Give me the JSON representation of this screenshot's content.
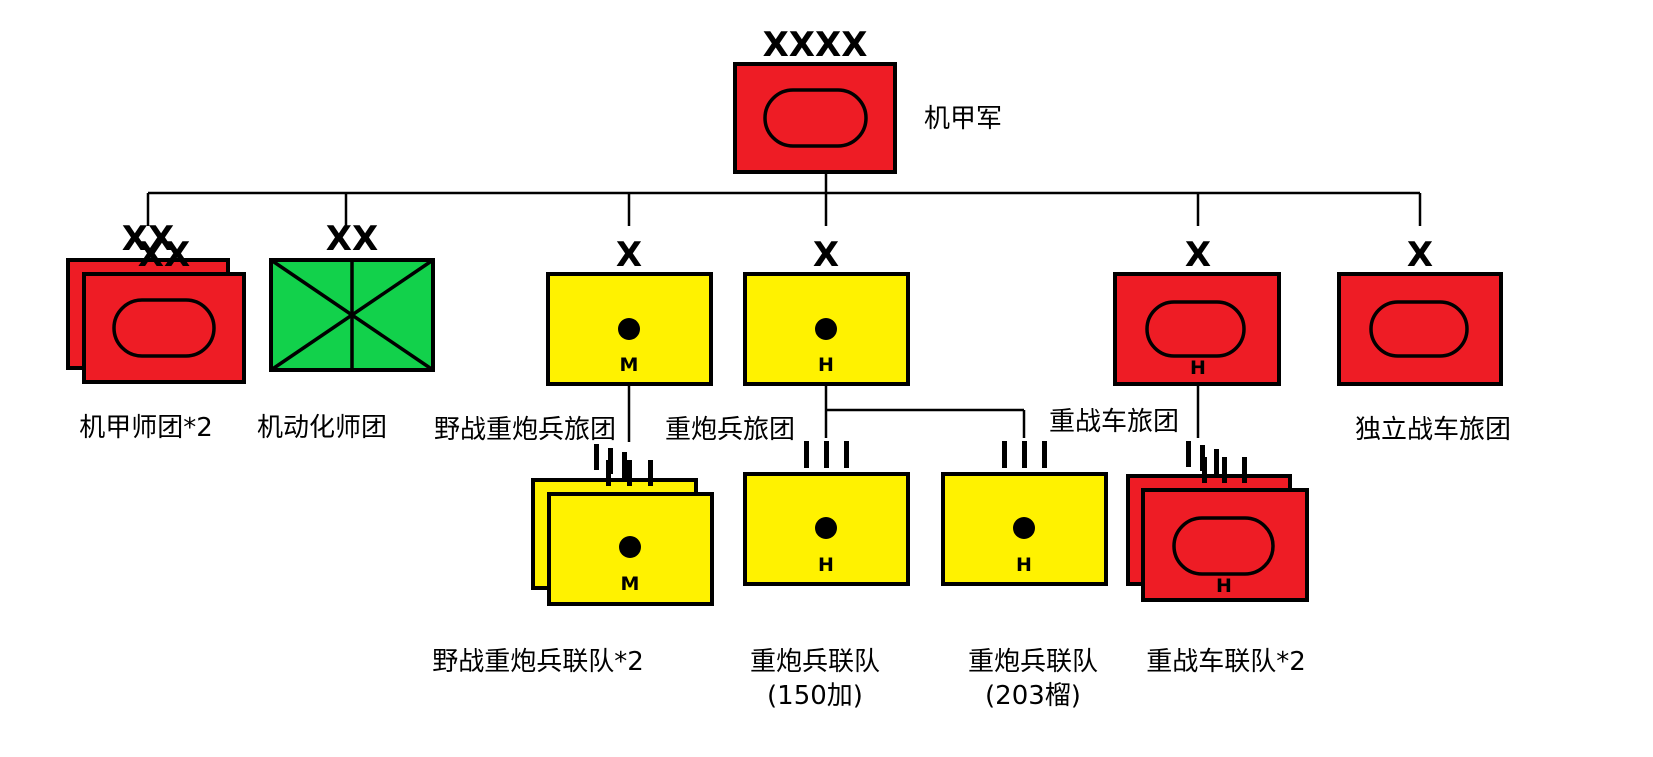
{
  "colors": {
    "armor": "#ee1c25",
    "motorized": "#12d14b",
    "artillery": "#fff200",
    "outline": "#000000",
    "line": "#000000"
  },
  "units": {
    "army": {
      "echelon": "XXXX",
      "label": "机甲军"
    },
    "armored_div": {
      "echelon": "XX",
      "label": "机甲师团*2"
    },
    "motorized_div": {
      "echelon": "XX",
      "label": "机动化师团"
    },
    "field_heavy_art_bde": {
      "echelon": "X",
      "sub": "M",
      "label": "野战重炮兵旅团"
    },
    "heavy_art_bde": {
      "echelon": "X",
      "sub": "H",
      "label": "重炮兵旅团"
    },
    "heavy_tank_bde": {
      "echelon": "X",
      "sub": "H",
      "label": "重战车旅团"
    },
    "indep_tank_bde": {
      "echelon": "X",
      "label": "独立战车旅团"
    },
    "field_heavy_art_rgt": {
      "sub": "M",
      "label": "野战重炮兵联队*2"
    },
    "heavy_art_rgt_150": {
      "sub": "H",
      "label": "重炮兵联队",
      "label2": "(150加)"
    },
    "heavy_art_rgt_203": {
      "sub": "H",
      "label": "重炮兵联队",
      "label2": "(203榴)"
    },
    "heavy_tank_rgt": {
      "sub": "H",
      "label": "重战车联队*2"
    }
  }
}
